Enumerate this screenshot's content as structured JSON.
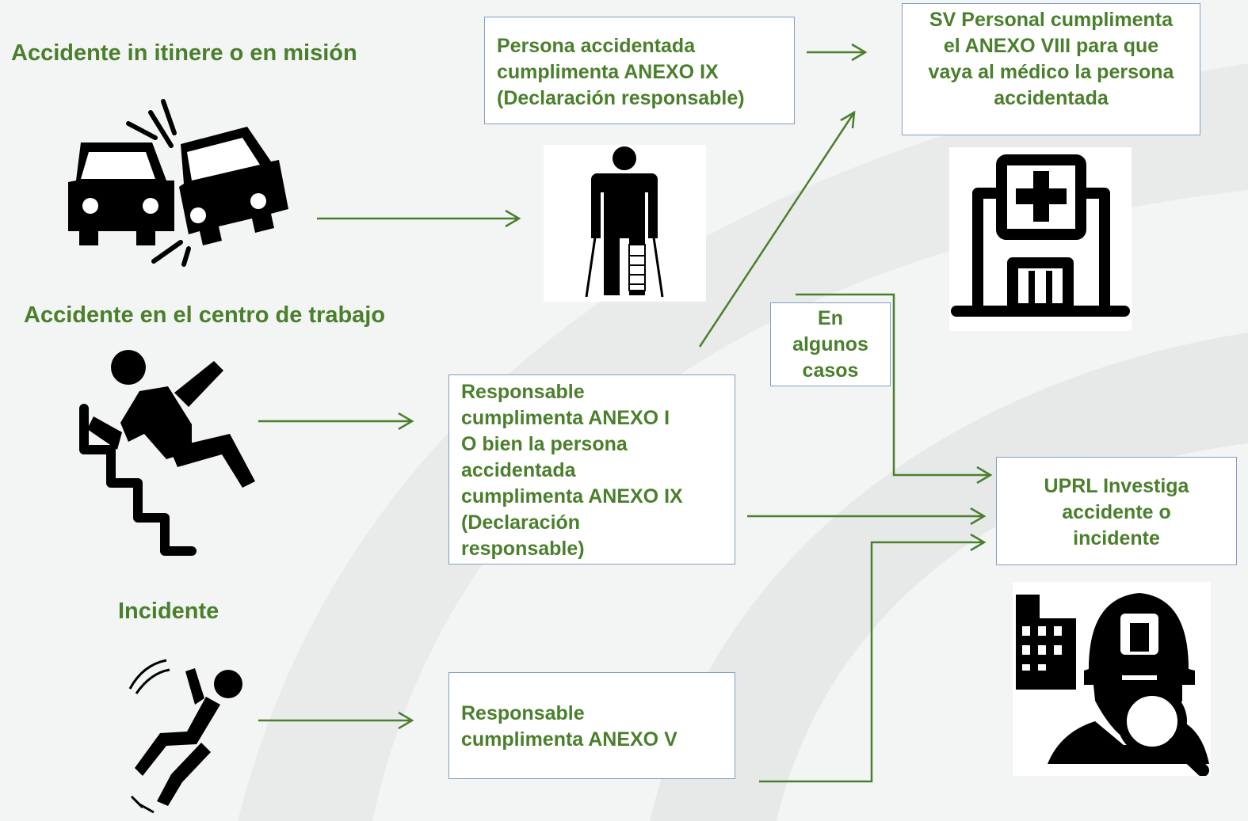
{
  "headings": {
    "itinere": "Accidente in itinere o en misión",
    "centro": "Accidente en el centro de trabajo",
    "incidente": "Incidente"
  },
  "boxes": {
    "anexo_ix": [
      "Persona accidentada",
      "cumplimenta ANEXO IX",
      "(Declaración responsable)"
    ],
    "sv_personal": [
      "SV Personal cumplimenta",
      "el ANEXO VIII para que",
      "vaya al médico la persona",
      "accidentada"
    ],
    "en_algunos_casos": [
      "En",
      "algunos",
      "casos"
    ],
    "anexo_i": [
      "Responsable",
      "cumplimenta ANEXO I",
      "O bien la persona",
      "accidentada",
      "cumplimenta ANEXO IX",
      "(Declaración",
      "responsable)"
    ],
    "anexo_v": [
      "Responsable",
      "cumplimenta ANEXO V"
    ],
    "uprl": [
      "UPRL Investiga",
      "accidente o",
      "incidente"
    ]
  },
  "icons": {
    "car_crash": "car-crash-icon",
    "injured_person": "person-on-crutches-icon",
    "hospital": "hospital-icon",
    "stairs_fall": "fall-on-stairs-icon",
    "slip_fall": "slip-fall-icon",
    "investigator": "safety-investigator-icon"
  },
  "colors": {
    "text_green": "#4a7f2c",
    "arrow_green": "#4a7f2c",
    "box_border": "#7f9fc4",
    "icon_black": "#000000",
    "background": "#f3f4f4"
  }
}
